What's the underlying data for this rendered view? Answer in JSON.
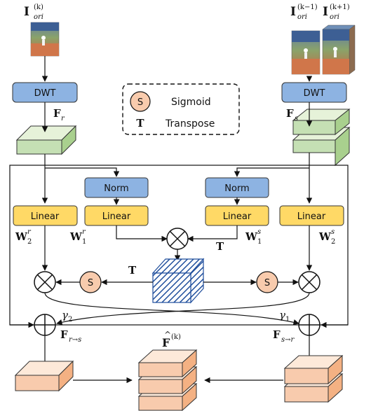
{
  "inputs": {
    "ref_frame_label": "I",
    "ref_frame_sub": "ori",
    "ref_frame_sup": "(k)",
    "sup_frame_1_label": "I",
    "sup_frame_1_sub": "ori",
    "sup_frame_1_sup": "(k−1)",
    "sup_frame_2_label": "I",
    "sup_frame_2_sub": "ori",
    "sup_frame_2_sup": "(k+1)"
  },
  "blocks": {
    "dwt_left": "DWT",
    "dwt_right": "DWT",
    "norm_left": "Norm",
    "norm_right": "Norm",
    "linear_1": "Linear",
    "linear_2": "Linear",
    "linear_3": "Linear",
    "linear_4": "Linear"
  },
  "legend": {
    "sigmoid_symbol": "S",
    "sigmoid_label": "Sigmoid",
    "transpose_symbol": "T",
    "transpose_label": "Transpose"
  },
  "labels": {
    "f_r": "F",
    "f_r_sub": "r",
    "f_s": "F",
    "f_s_sub": "s",
    "w2r": "W",
    "w2r_sub": "2",
    "w2r_sup": "r",
    "w1r": "W",
    "w1r_sub": "1",
    "w1r_sup": "r",
    "w1s": "W",
    "w1s_sub": "1",
    "w1s_sup": "s",
    "w2s": "W",
    "w2s_sub": "2",
    "w2s_sup": "s",
    "transpose_mid_T": "T",
    "transpose_right_T": "T",
    "sig_left": "S",
    "sig_right": "S",
    "gamma_2": "γ",
    "gamma_2_sub": "2",
    "gamma_1": "γ",
    "gamma_1_sub": "1",
    "f_r_to_s": "F",
    "f_r_to_s_sub": "r→s",
    "f_s_to_r": "F",
    "f_s_to_r_sub": "s→r",
    "f_hat": "F",
    "f_hat_sup": "(k)",
    "f_hat_accent": "^"
  },
  "colors": {
    "dwt_fill": "#8db3e2",
    "norm_fill": "#8db3e2",
    "linear_fill": "#ffd966",
    "feature_green_top": "#e6f2d9",
    "feature_green_front": "#c5e0b4",
    "feature_green_side": "#a9d08e",
    "output_peach_top": "#fde9d9",
    "output_peach_front": "#f8cbad",
    "output_peach_side": "#f4b183",
    "sigmoid_fill": "#f8cbad",
    "attention_cube": "#1f4e9c"
  }
}
